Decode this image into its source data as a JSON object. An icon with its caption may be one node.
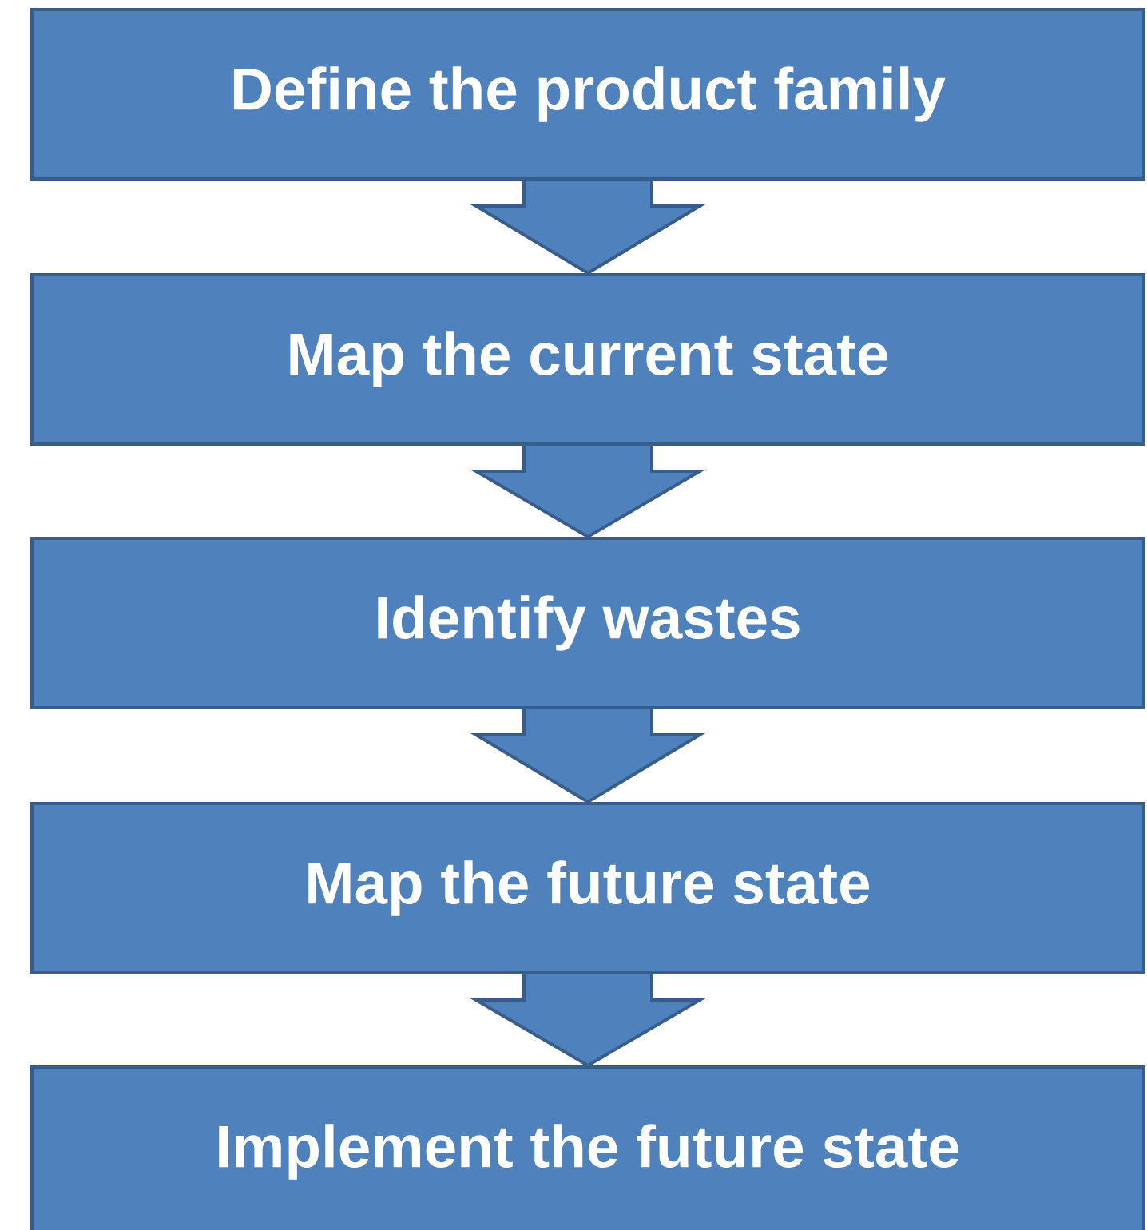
{
  "diagram": {
    "nodes": [
      {
        "text": [
          "Define the product family"
        ]
      },
      {
        "text": [
          "Map the current state"
        ]
      },
      {
        "text": [
          "Identify wastes"
        ]
      },
      {
        "text": [
          "Map the future state"
        ]
      },
      {
        "text": [
          "Implement the future state"
        ]
      }
    ],
    "edges": [
      {
        "from": 0,
        "to": 1,
        "arrow": "to"
      },
      {
        "from": 1,
        "to": 2,
        "arrow": "to"
      },
      {
        "from": 2,
        "to": 3,
        "arrow": "to"
      },
      {
        "from": 3,
        "to": 4,
        "arrow": "to"
      }
    ]
  }
}
